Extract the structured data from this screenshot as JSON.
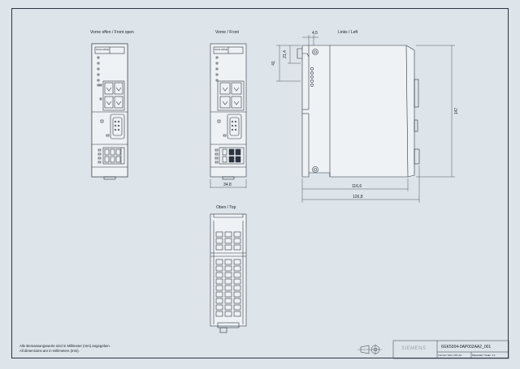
{
  "views": {
    "front_open": "Vorne offen / Front open",
    "front": "Vorne / Front",
    "left": "Links / Left",
    "top": "Oben / Top"
  },
  "dimensions": {
    "d1": "4,5",
    "d2": "41",
    "d3": "21,4",
    "d4": "147",
    "d5": "34,8",
    "d6": "116,6",
    "d7": "126,8"
  },
  "note": {
    "line1": "Alle Bemassungswerte sind in Millimeter (mm) angegeben.",
    "line2": "All dimensions are in millimeters (mm)."
  },
  "titleblock": {
    "logo": "SIEMENS",
    "doc_id": "6GK5004-0AP002AA2_001",
    "format": "Format / Size: DIN A4",
    "scale": "Massstab / Scale: 1:1"
  },
  "device": {
    "brand": "SCALANCE"
  },
  "colors": {
    "background": "#dde4ea",
    "line": "#2c3440"
  }
}
